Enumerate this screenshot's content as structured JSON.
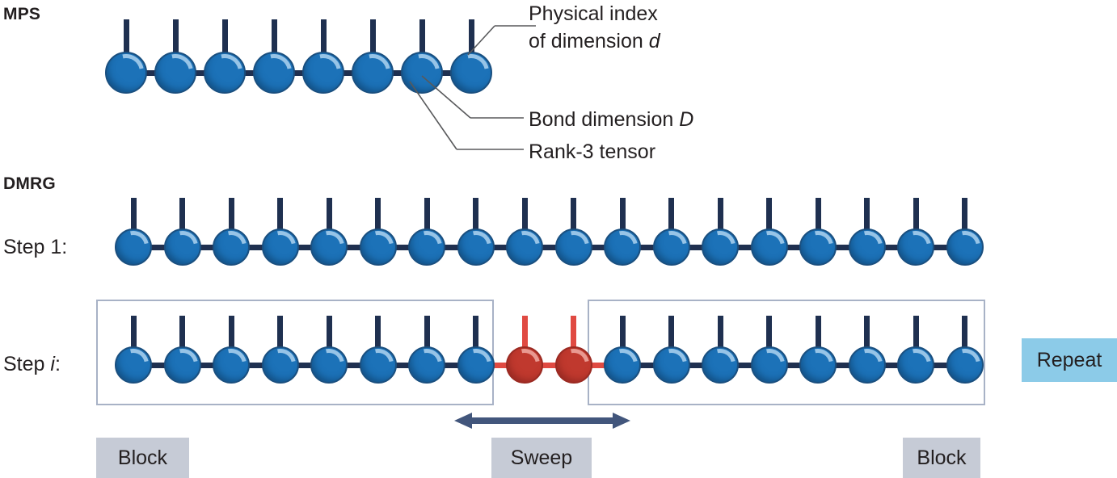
{
  "sections": {
    "mps": {
      "heading": "MPS",
      "tensor_count": 8,
      "node_color": "#1c72b8",
      "annotations": [
        {
          "id": "physical-index",
          "line1": "Physical index",
          "line2_pre": "of dimension ",
          "line2_var": "d"
        },
        {
          "id": "bond-dimension",
          "text_pre": "Bond dimension ",
          "text_var": "D"
        },
        {
          "id": "rank-3-tensor",
          "text_pre": "Rank-3 tensor",
          "text_var": ""
        }
      ]
    },
    "dmrg": {
      "heading": "DMRG",
      "rows": [
        {
          "id": "step-1",
          "label_pre": "Step ",
          "label_var": "1",
          "label_var_italic": false,
          "label_post": ":",
          "blue_count": 18,
          "red_count": 0
        },
        {
          "id": "step-i",
          "label_pre": "Step ",
          "label_var": "i",
          "label_var_italic": true,
          "label_post": ":",
          "left_block_count": 8,
          "red_count": 2,
          "right_block_count": 8
        }
      ]
    }
  },
  "badges": {
    "block_left": "Block",
    "sweep": "Sweep",
    "block_right": "Block",
    "repeat": "Repeat"
  },
  "colors": {
    "node_blue": "#1c72b8",
    "node_blue_border": "#1a4f7f",
    "node_red": "#c0392e",
    "node_red_border": "#9b2a22",
    "bond_blue": "#1f3050",
    "bond_red": "#e04a42",
    "block_border": "#a8b2c6",
    "badge_grey": "#c6cbd6",
    "badge_blue": "#8ccbe8",
    "arrow": "#42567c",
    "leader": "#58595b",
    "text": "#231f20"
  }
}
